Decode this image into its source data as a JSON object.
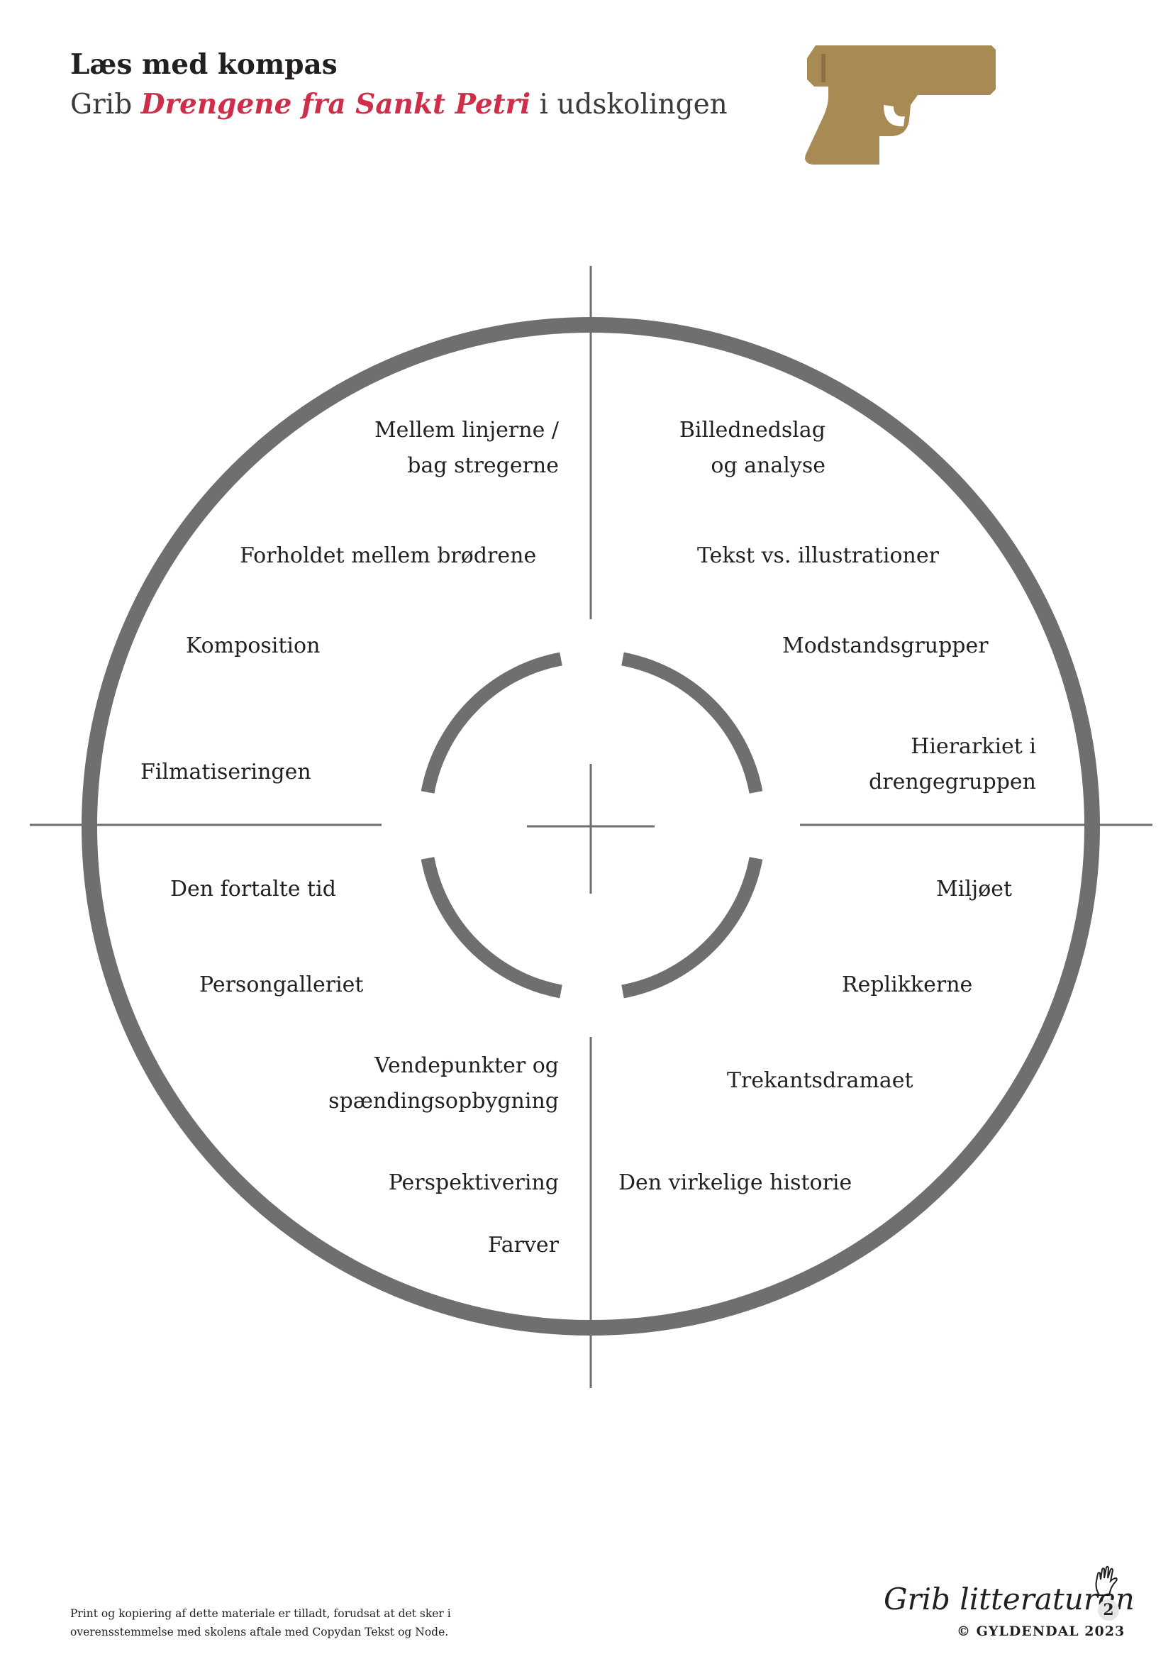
{
  "header": {
    "title": "Læs med kompas",
    "subtitle_prefix": "Grib ",
    "subtitle_book": "Drengene fra Sankt Petri",
    "subtitle_suffix": " i udskolingen"
  },
  "colors": {
    "ring": "#6d6f70",
    "book_title": "#cf2e4a",
    "gun": "#a88a55"
  },
  "icons": [
    "pistol-icon",
    "hand-icon"
  ],
  "topics": {
    "top_left": {
      "mellem_linjerne": [
        "Mellem linjerne /",
        "bag stregerne"
      ],
      "forholdet": "Forholdet mellem brødrene",
      "komposition": "Komposition",
      "filmatiseringen": "Filmatiseringen"
    },
    "top_right": {
      "billednedslag": [
        "Billednedslag",
        "og analyse"
      ],
      "tekst_vs": "Tekst vs. illustrationer",
      "modstandsgrupper": "Modstandsgrupper",
      "hierarkiet": [
        "Hierarkiet i",
        "drengegruppen"
      ]
    },
    "bottom_left": {
      "den_fortalte_tid": "Den fortalte tid",
      "persongalleriet": "Persongalleriet",
      "vendepunkter": [
        "Vendepunkter og",
        "spændingsopbygning"
      ],
      "perspektivering": "Perspektivering",
      "farver": "Farver"
    },
    "bottom_right": {
      "miljoet": "Miljøet",
      "replikkerne": "Replikkerne",
      "trekantsdramaet": "Trekantsdramaet",
      "den_virkelige_historie": "Den virkelige historie"
    }
  },
  "footer": {
    "note_line1": "Print og kopiering af dette materiale er tilladt, forudsat at det sker i",
    "note_line2": "overensstemmelse med skolens aftale med Copydan Tekst og Node.",
    "brand_script": "Grib litteraturen",
    "brand_number": "2",
    "copyright": "© GYLDENDAL 2023"
  }
}
